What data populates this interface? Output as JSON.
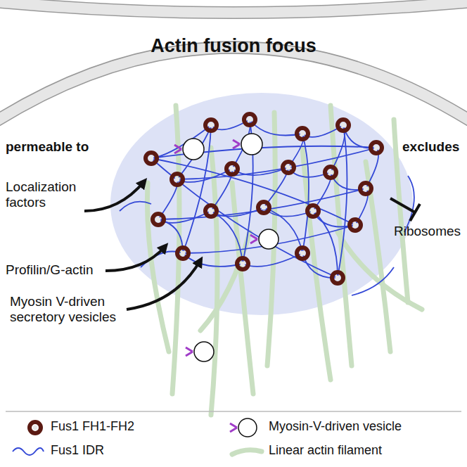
{
  "diagram": {
    "title": "Actin fusion focus",
    "labels": [
      "permeable to",
      "excludes",
      "Localization factors",
      "Profilin/G-actin",
      "Myosin V-driven secretory vesicles",
      "Ribosomes"
    ],
    "legend": [
      {
        "text": "Fus1 FH1-FH2"
      },
      {
        "text": "Myosin-V-driven vesicle"
      },
      {
        "text": "Fus1 IDR"
      },
      {
        "text": "Linear actin filament"
      }
    ]
  }
}
